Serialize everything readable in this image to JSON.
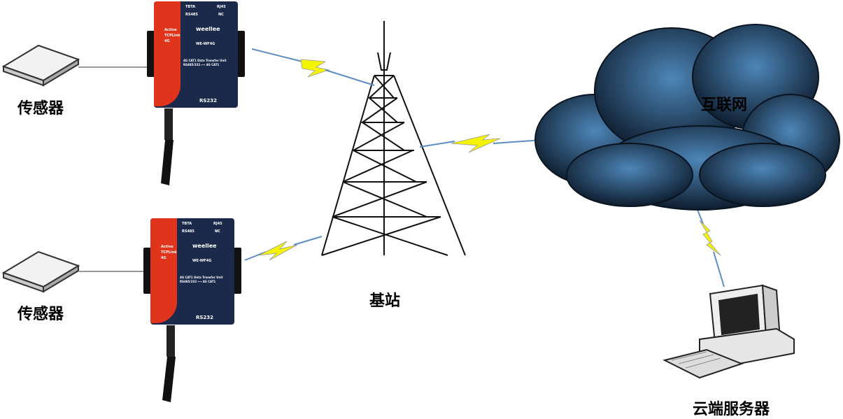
{
  "labels": {
    "sensor_top": "传感器",
    "sensor_bottom": "传感器",
    "base_station": "基站",
    "internet": "互联网",
    "cloud_server": "云端服务器"
  },
  "device": {
    "port_top_left": "TBTA",
    "port_top_right": "RJ45",
    "port_mid_left": "RS485",
    "port_mid_right": "NC",
    "led_1": "Active",
    "led_2": "TCPLink",
    "led_3": "4G",
    "brand": "weellee",
    "model": "WE-WF4G",
    "desc_1": "4G CAT1 Data Transfer Unit",
    "desc_2": "RS485/232 ⟷ 4G CAT1",
    "bottom_port": "RS232"
  },
  "colors": {
    "cloud": "#2d5a86",
    "bolt": "#f4f400",
    "device_red": "#e0341c",
    "device_body": "#1b2a4a"
  }
}
